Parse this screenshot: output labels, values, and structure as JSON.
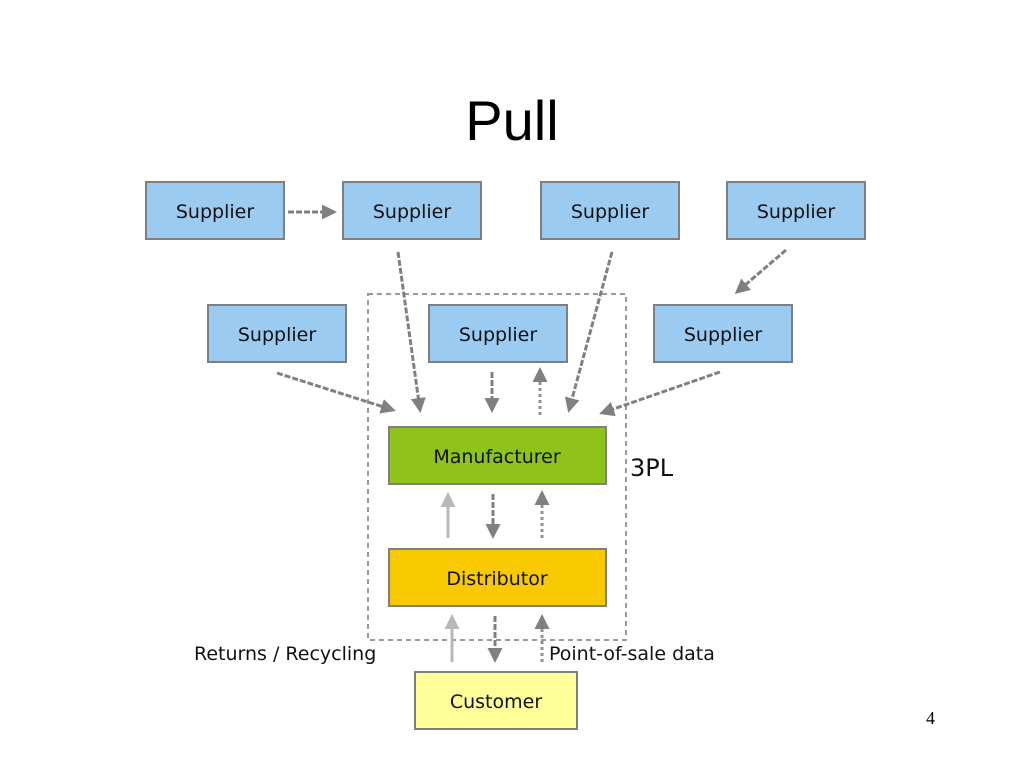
{
  "slide": {
    "title": "Pull",
    "page_number": "4"
  },
  "diagram": {
    "nodes": {
      "supplier_top_1": "Supplier",
      "supplier_top_2": "Supplier",
      "supplier_top_3": "Supplier",
      "supplier_top_4": "Supplier",
      "supplier_mid_left": "Supplier",
      "supplier_mid_center": "Supplier",
      "supplier_mid_right": "Supplier",
      "manufacturer": "Manufacturer",
      "distributor": "Distributor",
      "customer": "Customer"
    },
    "labels": {
      "tpl": "3PL",
      "returns": "Returns / Recycling",
      "pos_data": "Point-of-sale data"
    },
    "colors": {
      "supplier": "#9ccbf2",
      "manufacturer": "#8fc21a",
      "distributor": "#f8c800",
      "customer": "#ffff99",
      "border": "#7f7f7f",
      "arrow": "#808080"
    }
  }
}
